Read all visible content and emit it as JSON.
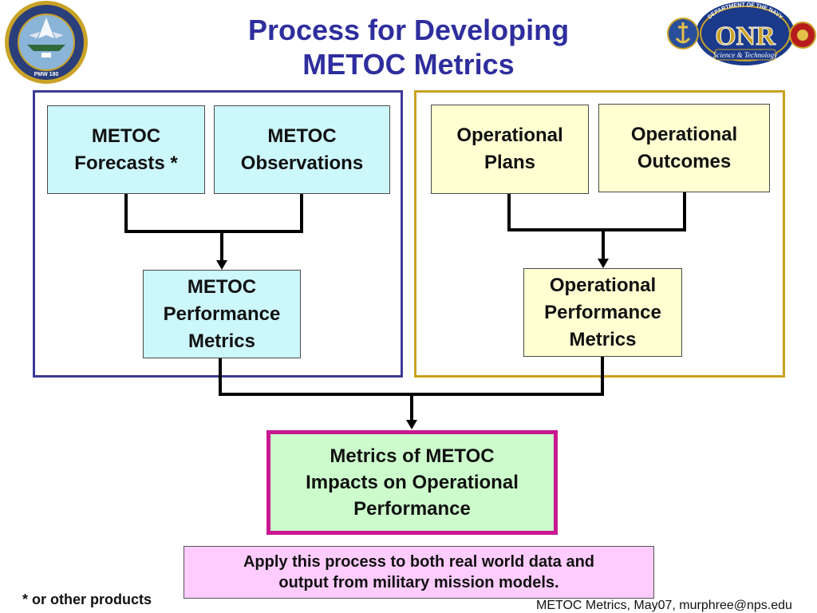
{
  "title": {
    "line1": "Process for Developing",
    "line2": "METOC Metrics"
  },
  "logos": {
    "left": {
      "icon": "pmw-180-seal",
      "text": "PMW 180"
    },
    "right": {
      "icon": "onr-navy-science-technology-logo",
      "text": "ONR",
      "arc_text": "DEPARTMENT OF THE NAVY",
      "ribbon_text": "Science & Technology"
    }
  },
  "metoc_panel": {
    "forecasts": {
      "line1": "METOC",
      "line2": "Forecasts *"
    },
    "observations": {
      "line1": "METOC",
      "line2": "Observations"
    },
    "performance": {
      "line1": "METOC",
      "line2": "Performance",
      "line3": "Metrics"
    }
  },
  "ops_panel": {
    "plans": {
      "line1": "Operational",
      "line2": "Plans"
    },
    "outcomes": {
      "line1": "Operational",
      "line2": "Outcomes"
    },
    "performance": {
      "line1": "Operational",
      "line2": "Performance",
      "line3": "Metrics"
    }
  },
  "result": {
    "line1": "Metrics of METOC",
    "line2": "Impacts on Operational",
    "line3": "Performance"
  },
  "note": {
    "line1": "Apply this process to both real world data and",
    "line2": "output from military mission models."
  },
  "footnote": "* or other products",
  "footer": "METOC Metrics, May07, murphree@nps.edu",
  "colors": {
    "title": "#2e2e9e",
    "metoc_box": "#ccf7fb",
    "ops_box": "#ffffd2",
    "metoc_border": "#3b3b96",
    "ops_border": "#c9a21d",
    "result_fill": "#ccfccc",
    "result_border": "#c8188f",
    "note_fill": "#ffccff"
  }
}
